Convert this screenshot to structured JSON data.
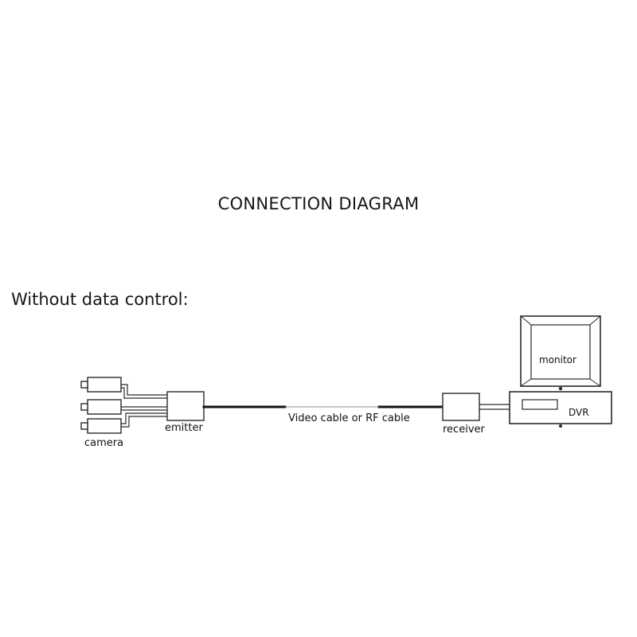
{
  "title": "CONNECTION DIAGRAM",
  "section": "Without data control:",
  "labels": {
    "camera": "camera",
    "emitter": "emitter",
    "cable": "Video cable or RF cable",
    "receiver": "receiver",
    "monitor": "monitor",
    "dvr": "DVR"
  },
  "colors": {
    "line": "#2a2a2a",
    "cable": "#111111",
    "background": "#ffffff"
  }
}
